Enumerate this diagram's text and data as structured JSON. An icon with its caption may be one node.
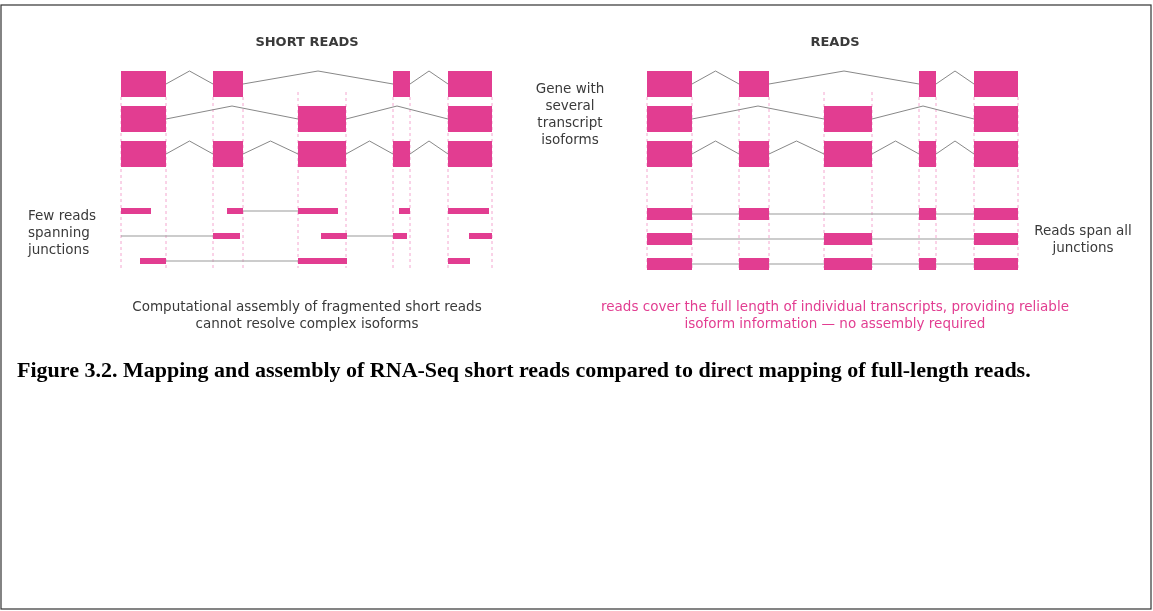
{
  "diagram": {
    "caption": "Figure 3.2. Mapping and assembly of RNA-Seq short reads compared to direct mapping of full-length reads.",
    "labels": [
      "SHORT READS",
      "READS",
      "Gene with several transcript isoforms",
      "Few reads spanning junctions",
      "Reads span all junctions",
      "Computational assembly of fragmented short reads cannot resolve complex isoforms",
      "reads cover the full length of individual transcripts, providing reliable isoform information — no assembly required"
    ]
  }
}
